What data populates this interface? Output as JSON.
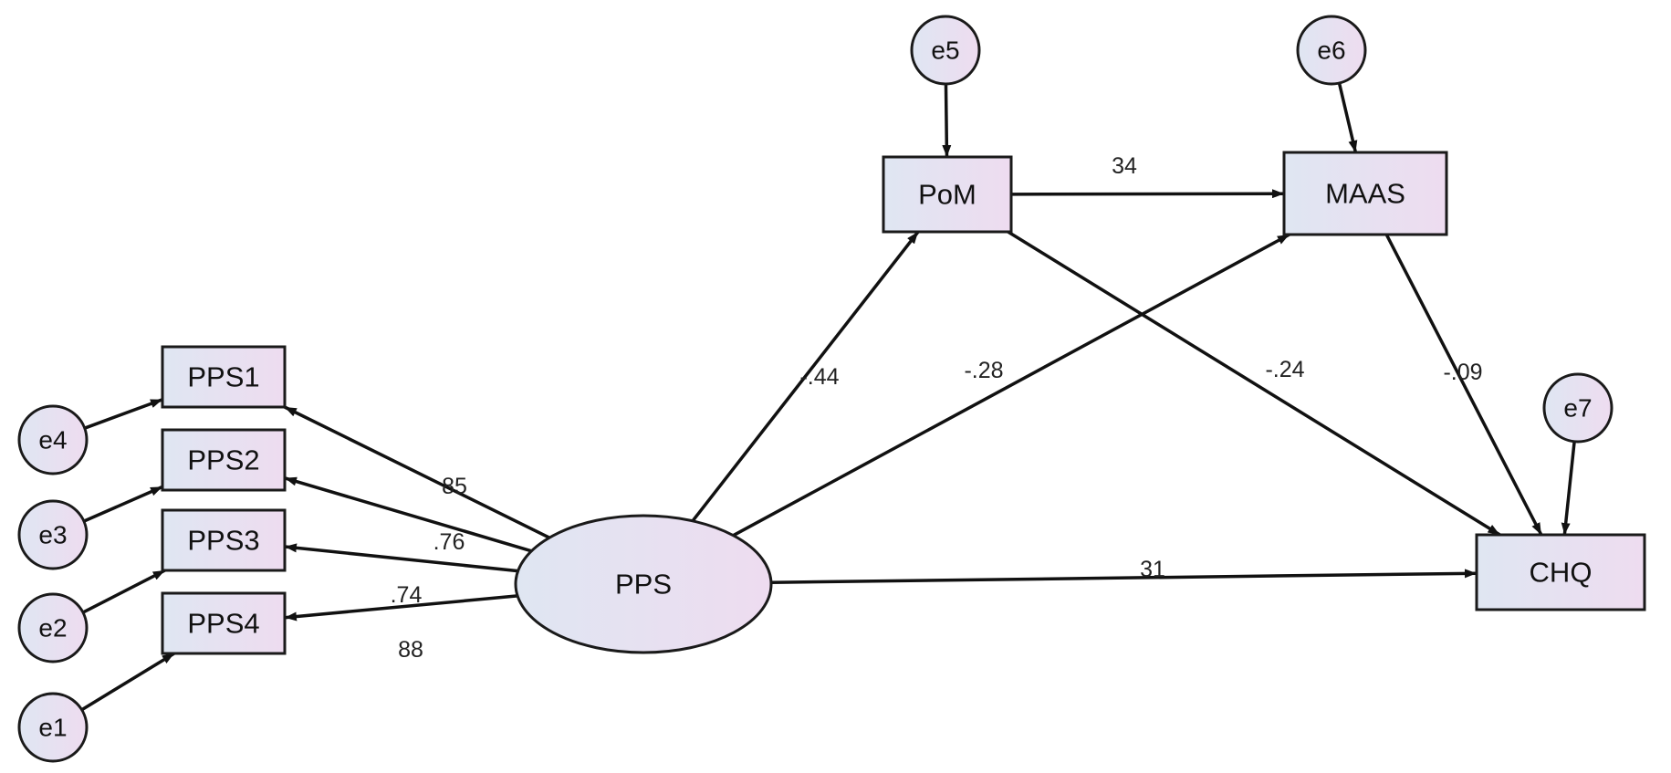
{
  "diagram": {
    "colors": {
      "node_fill_start": "#dfe6f2",
      "node_fill_end": "#eedcf0",
      "stroke": "#111111"
    },
    "latent": [
      {
        "id": "PPS",
        "label": "PPS"
      }
    ],
    "observed": [
      {
        "id": "PPS1",
        "label": "PPS1"
      },
      {
        "id": "PPS2",
        "label": "PPS2"
      },
      {
        "id": "PPS3",
        "label": "PPS3"
      },
      {
        "id": "PPS4",
        "label": "PPS4"
      },
      {
        "id": "PoM",
        "label": "PoM"
      },
      {
        "id": "MAAS",
        "label": "MAAS"
      },
      {
        "id": "CHQ",
        "label": "CHQ"
      }
    ],
    "errors": [
      {
        "id": "e1",
        "label": "e1",
        "target": "PPS4"
      },
      {
        "id": "e2",
        "label": "e2",
        "target": "PPS3"
      },
      {
        "id": "e3",
        "label": "e3",
        "target": "PPS2"
      },
      {
        "id": "e4",
        "label": "e4",
        "target": "PPS1"
      },
      {
        "id": "e5",
        "label": "e5",
        "target": "PoM"
      },
      {
        "id": "e6",
        "label": "e6",
        "target": "MAAS"
      },
      {
        "id": "e7",
        "label": "e7",
        "target": "CHQ"
      }
    ],
    "loadings": [
      {
        "from": "PPS",
        "to": "PPS1",
        "label": "85"
      },
      {
        "from": "PPS",
        "to": "PPS2",
        "label": ".76"
      },
      {
        "from": "PPS",
        "to": "PPS3",
        "label": ".74"
      },
      {
        "from": "PPS",
        "to": "PPS4",
        "label": "88"
      }
    ],
    "paths": [
      {
        "from": "PPS",
        "to": "PoM",
        "label": "-.44"
      },
      {
        "from": "PPS",
        "to": "MAAS",
        "label": "-.28"
      },
      {
        "from": "PPS",
        "to": "CHQ",
        "label": "31"
      },
      {
        "from": "PoM",
        "to": "MAAS",
        "label": "34"
      },
      {
        "from": "PoM",
        "to": "CHQ",
        "label": "-.24"
      },
      {
        "from": "MAAS",
        "to": "CHQ",
        "label": "-.09"
      }
    ]
  }
}
